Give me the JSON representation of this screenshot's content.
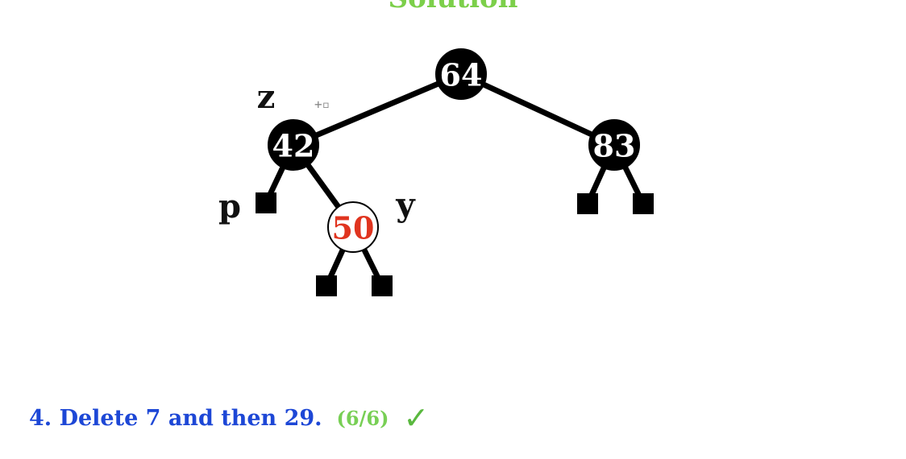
{
  "heading": "Solution",
  "tree": {
    "nodes": [
      {
        "id": "n64",
        "value": "64",
        "color": "black"
      },
      {
        "id": "n42",
        "value": "42",
        "color": "black"
      },
      {
        "id": "n83",
        "value": "83",
        "color": "black"
      },
      {
        "id": "n50",
        "value": "50",
        "color": "red"
      }
    ],
    "edges": [
      [
        "n64",
        "n42"
      ],
      [
        "n64",
        "n83"
      ],
      [
        "n42",
        "leaf_p"
      ],
      [
        "n42",
        "n50"
      ],
      [
        "n50",
        "leaf_50l"
      ],
      [
        "n50",
        "leaf_50r"
      ],
      [
        "n83",
        "leaf_83l"
      ],
      [
        "n83",
        "leaf_83r"
      ]
    ],
    "pointer_labels": [
      {
        "target": "n42",
        "text": "z"
      },
      {
        "target": "leaf_p",
        "text": "p"
      },
      {
        "target": "n50",
        "text": "y"
      }
    ],
    "colors": {
      "black_node": "#000000",
      "red_text": "#e0341f",
      "edge": "#000000"
    }
  },
  "task": {
    "text": "4. Delete 7 and then 29.",
    "score": "(6/6)",
    "check": "✓"
  },
  "cursor_glyph": "+▫"
}
